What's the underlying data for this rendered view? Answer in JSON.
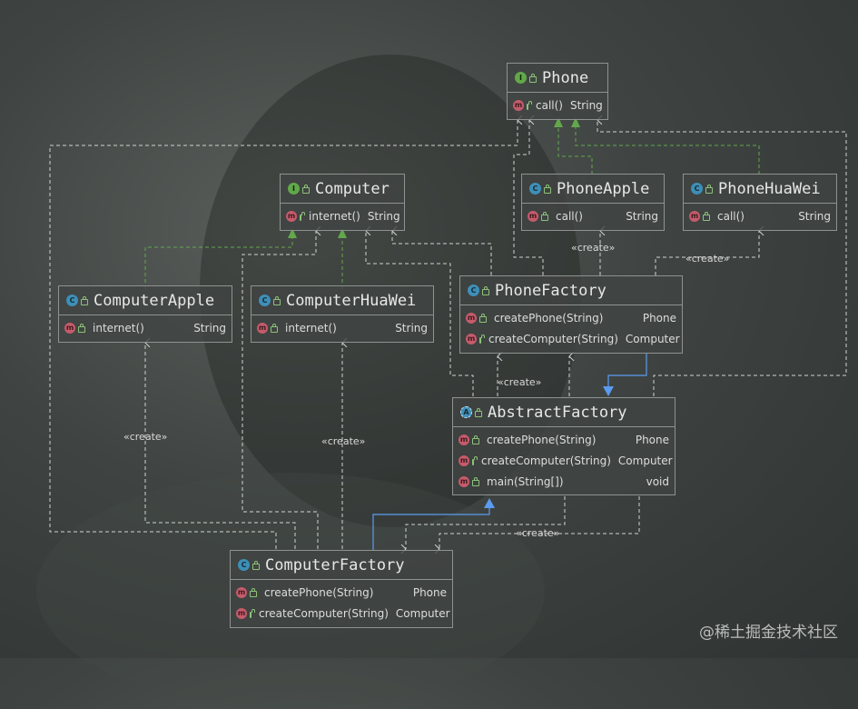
{
  "diagram": {
    "nodes": {
      "phone": {
        "kind": "I",
        "title": "Phone",
        "methods": [
          {
            "name": "call()",
            "type": "String"
          }
        ]
      },
      "computer": {
        "kind": "I",
        "title": "Computer",
        "methods": [
          {
            "name": "internet()",
            "type": "String"
          }
        ]
      },
      "phone_apple": {
        "kind": "C",
        "title": "PhoneApple",
        "methods": [
          {
            "name": "call()",
            "type": "String"
          }
        ]
      },
      "phone_huawei": {
        "kind": "C",
        "title": "PhoneHuaWei",
        "methods": [
          {
            "name": "call()",
            "type": "String"
          }
        ]
      },
      "computer_apple": {
        "kind": "C",
        "title": "ComputerApple",
        "methods": [
          {
            "name": "internet()",
            "type": "String"
          }
        ]
      },
      "computer_huawei": {
        "kind": "C",
        "title": "ComputerHuaWei",
        "methods": [
          {
            "name": "internet()",
            "type": "String"
          }
        ]
      },
      "phone_factory": {
        "kind": "C",
        "title": "PhoneFactory",
        "methods": [
          {
            "name": "createPhone(String)",
            "type": "Phone"
          },
          {
            "name": "createComputer(String)",
            "type": "Computer"
          }
        ]
      },
      "abstract_factory": {
        "kind": "A",
        "title": "AbstractFactory",
        "methods": [
          {
            "name": "createPhone(String)",
            "type": "Phone"
          },
          {
            "name": "createComputer(String)",
            "type": "Computer"
          },
          {
            "name": "main(String[])",
            "type": "void"
          }
        ]
      },
      "computer_factory": {
        "kind": "C",
        "title": "ComputerFactory",
        "methods": [
          {
            "name": "createPhone(String)",
            "type": "Phone"
          },
          {
            "name": "createComputer(String)",
            "type": "Computer"
          }
        ]
      }
    },
    "stereotype": "«create»",
    "watermark": "@稀土掘金技术社区"
  },
  "colors": {
    "implements_edge": "#62a84a",
    "extends_edge": "#5b9bf0",
    "dependency_edge": "#cfd2d0",
    "method_icon": "#c55b6b",
    "class_icon": "#3d8fb8",
    "interface_icon": "#62a84a"
  },
  "icons": [
    "interface-icon",
    "class-icon",
    "abstract-class-icon",
    "method-icon",
    "public-lock-icon"
  ]
}
